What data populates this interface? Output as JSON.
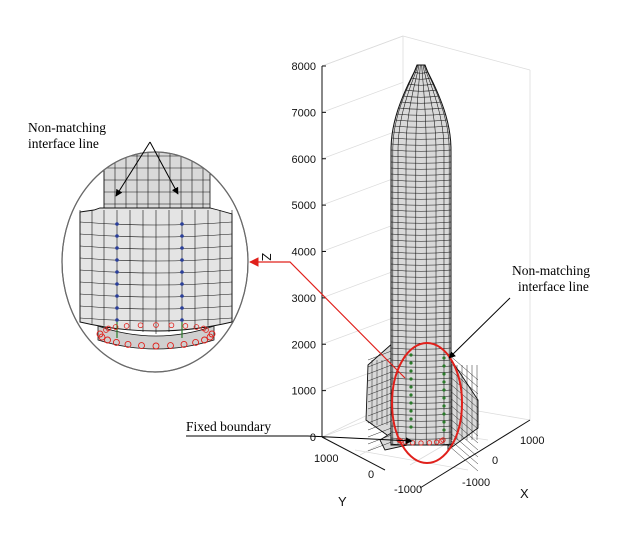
{
  "annotations": {
    "left_label_line1": "Non-matching",
    "left_label_line2": "interface line",
    "right_label_line1": "Non-matching",
    "right_label_line2": "interface line",
    "fixed_label": "Fixed boundary"
  },
  "axes": {
    "z_name": "Z",
    "y_name": "Y",
    "x_name": "X",
    "z_ticks": [
      "0",
      "1000",
      "2000",
      "3000",
      "4000",
      "5000",
      "6000",
      "7000",
      "8000"
    ],
    "y_ticks": [
      "1000",
      "0",
      "-1000"
    ],
    "x_ticks": [
      "1000",
      "0",
      "-1000"
    ]
  },
  "colors": {
    "mesh_fill": "#d9d9d9",
    "mesh_line": "#111111",
    "highlight": "#e0201b",
    "interface_points": "#2a7a2a",
    "interface_points_zoom": "#2a3f9a",
    "grid": "#dcdcdc"
  }
}
